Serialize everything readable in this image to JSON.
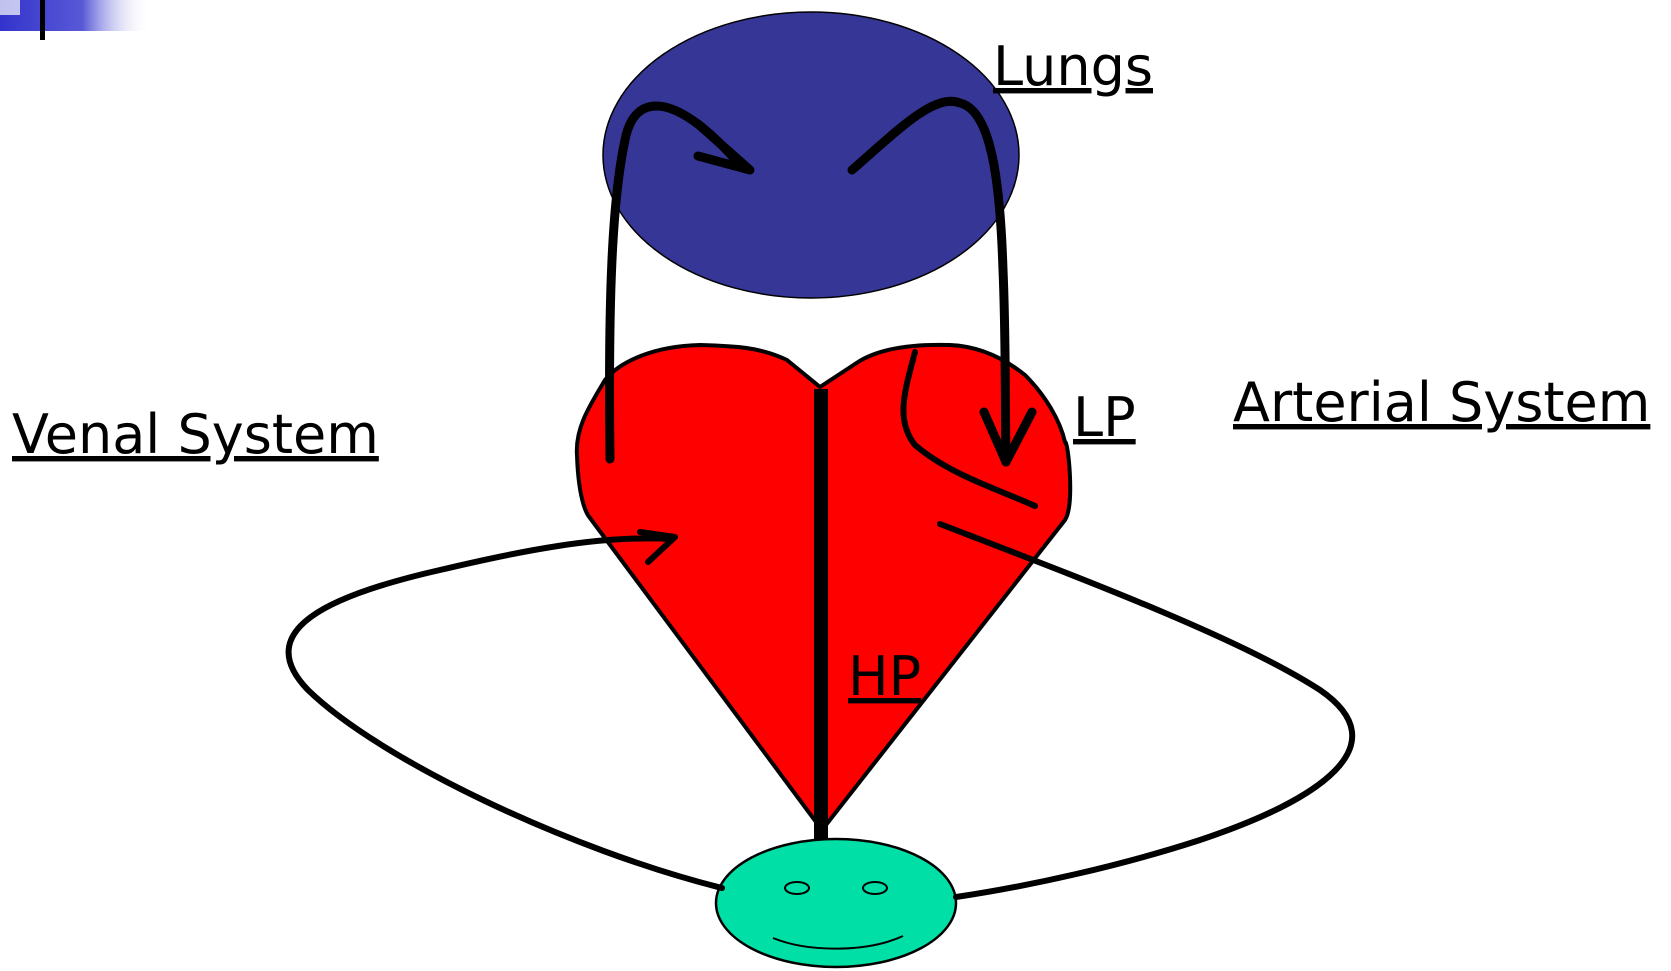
{
  "labels": {
    "lungs": "Lungs",
    "venal_system": "Venal System",
    "arterial_system": "Arterial System",
    "lp": "LP",
    "hp": "HP"
  },
  "colors": {
    "lungs": "#363696",
    "heart": "#ff0000",
    "body": "#00e0a6",
    "outline": "#000000",
    "corner_accent": "#3333cc"
  }
}
